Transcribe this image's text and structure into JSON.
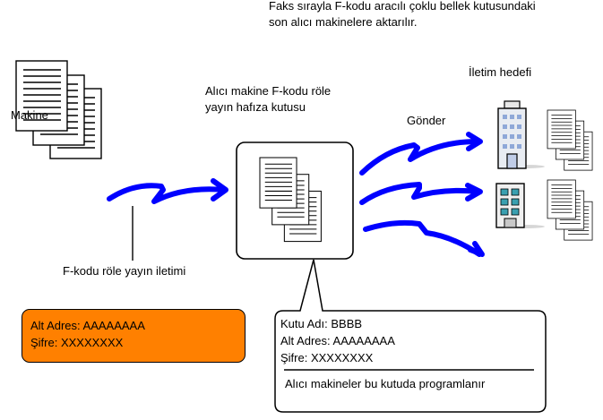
{
  "header": {
    "description_line1": "Faks sırayla F-kodu aracılı çoklu bellek kutusundaki",
    "description_line2": "son alıcı makinelere aktarılır."
  },
  "labels": {
    "machine": "Makine",
    "relay_box_line1": "Alıcı makine F-kodu röle",
    "relay_box_line2": "yayın hafıza kutusu",
    "destination": "İletim hedefi",
    "send": "Gönder",
    "relay_transmission": "F-kodu röle yayın iletimi"
  },
  "sender_settings": {
    "sub_address": "Alt Adres: AAAAAAAA",
    "password": "Şifre: XXXXXXXX"
  },
  "box_settings": {
    "box_name": "Kutu Adı: BBBB",
    "sub_address": "Alt Adres: AAAAAAAA",
    "password": "Şifre: XXXXXXXX",
    "note": "Alıcı makineler bu kutuda programlanır"
  },
  "colors": {
    "arrow": "#0000ff",
    "sender_box": "#ff8000",
    "building_window": "#8fa8d8",
    "building_window_teal": "#3a9fb0"
  },
  "icons": [
    "document-stack-icon",
    "relay-box-icon",
    "send-arrow-icon",
    "office-building-icon"
  ]
}
